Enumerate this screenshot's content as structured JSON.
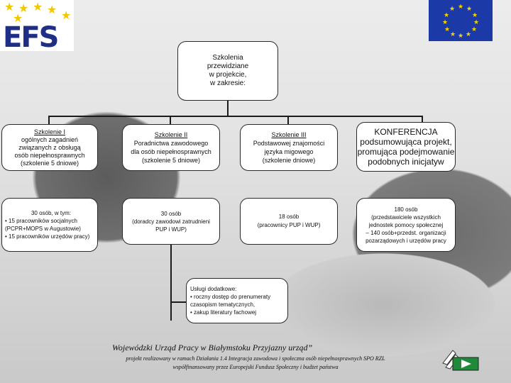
{
  "header": {
    "efs_logo": "EFS",
    "eu_flag": "eu-flag",
    "eu_star_color": "#f5d300",
    "eu_blue": "#1b3aa8"
  },
  "root": {
    "lines": [
      "Szkolenia",
      "przewidziane",
      "w projekcie,",
      "w zakresie:"
    ]
  },
  "trainings": [
    {
      "title": "Szkolenie I",
      "lines": [
        "ogólnych zagadnień",
        "związanych z obsługą",
        "osób niepełnosprawnych",
        "(szkolenie 5 dniowe)"
      ]
    },
    {
      "title": "Szkolenie II",
      "lines": [
        "Poradnictwa zawodowego",
        "dla osób niepełnosprawnych",
        "(szkolenie 5 dniowe)"
      ]
    },
    {
      "title": "Szkolenie III",
      "lines": [
        "Podstawowej znajomości",
        "języka migowego",
        "(szkolenie    dniowe)"
      ]
    },
    {
      "title": "KONFERENCJA",
      "lines": [
        "podsumowująca projekt,",
        "promująca podejmowanie",
        "podobnych inicjatyw"
      ]
    }
  ],
  "participants": [
    {
      "lines": [
        "30 osób, w tym:",
        "• 15 pracowników socjalnych",
        "(PCPR+MOPS w Augustowie)",
        "• 15 pracowników urzędów pracy)"
      ]
    },
    {
      "lines": [
        "30 osób",
        "(doradcy zawodowi zatrudnieni",
        "PUP i WUP)"
      ]
    },
    {
      "lines": [
        "18 osób",
        "(pracownicy PUP i WUP)"
      ]
    },
    {
      "lines": [
        "180 osób",
        "(przedstawiciele wszystkich",
        "jednostek pomocy społecznej",
        "– 140 osób+przedst. organizacji",
        "pozarządowych i urzędów pracy"
      ]
    }
  ],
  "extra": {
    "lines": [
      "Usługi dodatkowe:",
      "• roczny dostęp do prenumeraty",
      "czasopism tematycznych,",
      "• zakup literatury fachowej"
    ]
  },
  "footer": {
    "line1": "Wojewódzki Urząd Pracy w Białymstoku Przyjazny urząd”",
    "line2": "projekt realizowany w ramach Działania 1.4 Integracja zawodowa i społeczna osób niepełnosprawnych SPO RZL",
    "line3": "współfinansowany przez Europejski Fundusz Społeczny i budżet państwa"
  },
  "nav": {
    "next_arrow_color": "#1f8a3a"
  }
}
